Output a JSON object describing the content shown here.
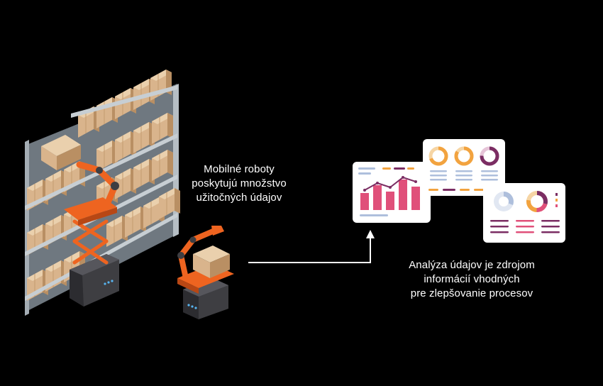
{
  "captions": {
    "robots": {
      "line1": "Mobilné roboty",
      "line2": "poskytujú množstvo",
      "line3": "užitočných údajov"
    },
    "analysis": {
      "line1": "Analýza údajov je zdrojom",
      "line2": "informácií vhodných",
      "line3": "pre zlepšovanie procesov"
    }
  },
  "colors": {
    "background": "#000000",
    "robot_orange": "#ee6420",
    "robot_base": "#3e3e42",
    "box_cardboard": "#d9b48c",
    "shelf_metal": "#8d959c",
    "chart_pink": "#e0507a",
    "chart_purple": "#7b2d63",
    "chart_orange": "#f2a33f",
    "chart_lightblue": "#aebfdc",
    "connector_white": "#ffffff"
  },
  "icons": {
    "warehouse": "warehouse-shelving-icon",
    "robot_lifter": "scissor-lift-robot-icon",
    "robot_arm": "robot-arm-icon",
    "dashboard": "analytics-dashboard-icon",
    "arrow": "arrow-up-icon"
  }
}
